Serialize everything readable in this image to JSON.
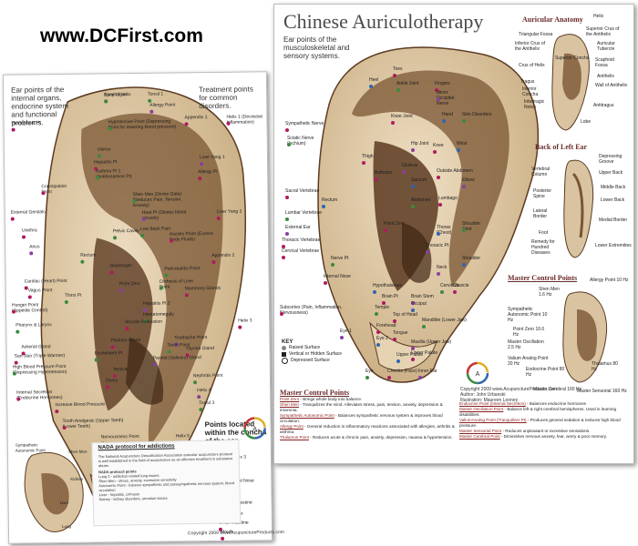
{
  "site": {
    "url": "www.DCFirst.com"
  },
  "left_chart": {
    "intro": "Ear points of the internal organs, endocrine system and functional problems.",
    "treatment_heading": "Treatment points for common disorders.",
    "concha_note": "Points located within the concha of the ear.",
    "copyright": "Copyright 2009 www.AcupunctureProducts.com",
    "nada": {
      "title": "NADA protocol for addictions",
      "body": "The National Acupuncture Detoxification Association auricular acupuncture protocol is well established in the field of acupuncture as an effective treatment in substance abuse.",
      "protocol_title": "NADA protocol points",
      "items": [
        "Lung 2 - addiction related lung issues",
        "Shen Men - stress, anxiety, excessive sensitivity",
        "Autonomic Point - balance sympathetic and parasympathetic nervous system, blood circulation",
        "Liver - hepatitis, cirrhosis",
        "Kidney - kidney disorders, urination issues"
      ]
    },
    "mini_ear": {
      "labels": [
        "Sympathetic Autonomic Point",
        "Shen Men",
        "Kidney",
        "Liver",
        "Lung"
      ]
    },
    "points": [
      "Apex of Helix",
      "Tonsil 1",
      "Hemorrhoid Pt",
      "Allergy Point",
      "Hypotensive Point (Depressing Point for lowering blood pressure)",
      "Appendix 1",
      "Helix 1 (Decrease Inflammation)",
      "Uterus",
      "Hepatitis Pt",
      "Liver Yang 1",
      "Asthma Pt 1 (Antihistamine Pt)",
      "Allergy Pt",
      "Constipation Point",
      "Shen Men (Divine Gate) (Reduces Pain, Tension, Anxiety)",
      "External Genitals",
      "Heat Pt (Dilates blood vessels)",
      "Pelvic Cavity",
      "Liver Yang 2",
      "Urethra",
      "Low Back Pain",
      "Ascites Point (Excess Body Fluids)",
      "Anus",
      "Rectum",
      "Appendix 2",
      "Diaphragm",
      "Pancreatitis Point",
      "Cardiac (Heart) Point",
      "Point Zero",
      "Cirrhosis of Liver Point",
      "Mammary Glands",
      "Vagus Point",
      "Thirst Pt",
      "Hunger Point (Appetite Control)",
      "Hepatitis Pt 2",
      "Hematomegaly",
      "Muscle Relaxation",
      "Helix 3",
      "Pharynx & Larynx",
      "Pituitary Gland",
      "Toothache Point",
      "Tooth Point",
      "Thyroid Gland",
      "Adrenal Gland",
      "Excitement Pt",
      "San Jiao (Triple Warmer)",
      "Parotid (Salivary) Gland",
      "High Blood Pressure Point (Depressing Hypertension)",
      "Testicle",
      "Ovary",
      "Nephritis Point",
      "Internal Secretion (Endocrine Hormones)",
      "Helix 4",
      "Tonsil 3",
      "Increase Blood Pressure",
      "Tooth Analgesic (Upper Teeth) (Lower Teeth)",
      "Nervousness Point",
      "Helix 5",
      "Tonsil 4",
      "Helix 6",
      "Appendix 3",
      "Tonsil 2",
      "External Nose",
      "Helix 2",
      "Large Intestine",
      "Appendix",
      "Small Intestine",
      "Mouth",
      "Esophagus"
    ]
  },
  "right_chart": {
    "title": "Chinese Auriculotherapy",
    "intro": "Ear points of the musculoskeletal and sensory systems.",
    "copyright_lines": [
      "Copyright 2009 www.AcupunctureProducts.com",
      "Author: John Urbanski",
      "Illustration: Maureen Looney"
    ],
    "anatomy": {
      "title": "Auricular Anatomy",
      "labels": [
        "Helix",
        "Triangular Fossa",
        "Superior Crus of the Antihelix",
        "Inferior Crus of the Antihelix",
        "Auricular Tubercle",
        "Superior Concha",
        "Scaphoid Fossa",
        "Crus of Helix",
        "Antihelix",
        "Tragus",
        "Inferior Concha",
        "Wall of Antihelix",
        "Intertragic Notch",
        "Antitragus",
        "Lobe"
      ]
    },
    "back_of_ear": {
      "title": "Back of Left Ear",
      "labels": [
        "Depressing Groove",
        "Vertebral Column",
        "Upper Back",
        "Posterior Spine",
        "Middle Back",
        "Lower Back",
        "Lateral Border",
        "Medial Border",
        "Foot",
        "Remedy for Hundred Diseases",
        "Lower Extremities"
      ]
    },
    "master_points_diagram": {
      "title": "Master Control Points",
      "labels": [
        "Shen Men 1.6 Hz",
        "Allergy Point 10 Hz",
        "Sympathetic Autonomic Point 10 Hz",
        "Point Zero 10.0 Hz",
        "Master Oscillation 2.5 Hz",
        "Valium Analog Point 20 Hz",
        "Endocrine Point 80 Hz",
        "Thalamus 80 Hz",
        "Master Cerebral 160 Hz",
        "Master Sensorial 160 Hz"
      ]
    },
    "points": [
      "Toes",
      "Heel",
      "Ankle Joint",
      "Fingers",
      "Minor Occipital Nerve",
      "Knee Joint",
      "Hand",
      "Skin Disorders",
      "Sympathetic Nerve",
      "Hip Joint",
      "Knee",
      "Wrist",
      "Sciatic Nerve (Ischium)",
      "Thigh",
      "Gluteus",
      "Buttocks",
      "Sacrum",
      "Abdomen",
      "Outside Abdomen",
      "Elbow",
      "Sacral Vertebrae",
      "Rectum",
      "Lumbar Vertebrae",
      "Lumbago",
      "External Ear",
      "Point Zero",
      "Thorax (Chest)",
      "Shoulder Joint",
      "Thoracic Vertebrae",
      "Thoracic Pt",
      "Cervical Vertebrae",
      "Shoulder",
      "Nerve Pt",
      "Internal Nose",
      "Neck",
      "Clavicle",
      "Hypothalamus",
      "Cervicals",
      "Brain Pt",
      "Brain Stem",
      "Subcortex (Pain, Inflammation, Nervousness)",
      "Occiput",
      "Temple",
      "Top of Head",
      "Eye 1",
      "Forehead",
      "Eye 2",
      "Mandible (Lower Jaw)",
      "Tongue",
      "Maxilla (Upper Jaw)",
      "Lower Palate",
      "Upper Palate",
      "Eye",
      "Cheeks (Face)",
      "Inner Ear"
    ],
    "key": {
      "title": "KEY",
      "items": [
        "Raised Surface",
        "Vertical or Hidden Surface",
        "Depressed Surface"
      ]
    },
    "master_control_defs": {
      "title": "Master Control Points",
      "items": [
        {
          "name": "Point Zero",
          "text": " - Brings whole body into balance."
        },
        {
          "name": "Shen Men",
          "text": " - Tranquilizes the mind. Alleviates stress, pain, tension, anxiety, depression & insomnia."
        },
        {
          "name": "Sympathetic Autonomic Point",
          "text": " - Balances sympathetic nervous system & improves blood circulation."
        },
        {
          "name": "Allergy Point",
          "text": " - General reduction in inflammatory reactions associated with allergies, arthritis & asthma."
        },
        {
          "name": "Thalamus Point",
          "text": " - Reduces acute & chronic pain, anxiety, depression, nausea & hypertension."
        }
      ],
      "items_right": [
        {
          "name": "Endocrine Point (Internal Secretion)",
          "text": " - Balances endocrine hormones"
        },
        {
          "name": "Master Oscillation Point",
          "text": " - Balance left & right cerebral hemispheres. Used in learning disabilities."
        },
        {
          "name": "ValiumAnalog Point (Tranquilizer Pt)",
          "text": " - Produces general sedation & reduces high blood pressure."
        },
        {
          "name": "Master Sensorial Point",
          "text": " - Reduces unpleasant or excessive sensations."
        },
        {
          "name": "Master Cerebral Point",
          "text": " - Diminishes nervous anxiety, fear, worry & poor memory."
        }
      ]
    }
  },
  "colors": {
    "ear_skin": "#d9c3a0",
    "ear_shadow": "#5c3b22",
    "ear_deep": "#7a5533",
    "accent_red": "#b01a5e",
    "accent_green": "#3b8a3b"
  }
}
